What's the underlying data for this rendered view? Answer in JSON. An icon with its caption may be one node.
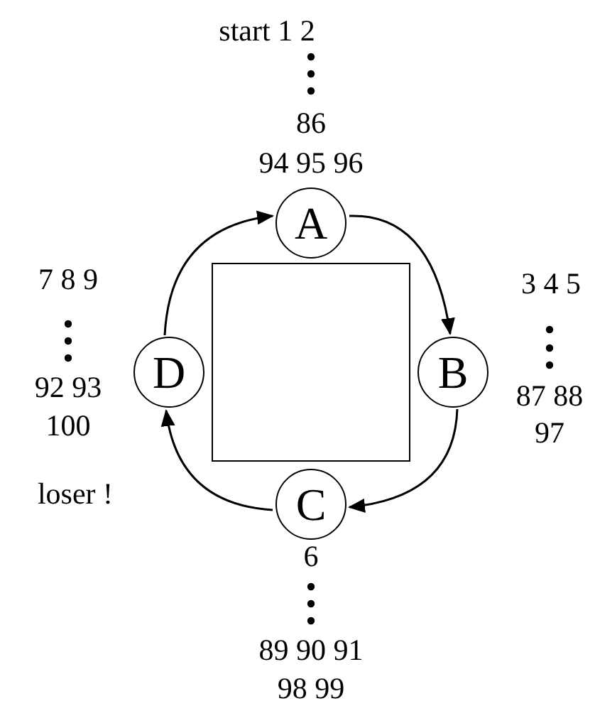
{
  "diagram": {
    "nodes": [
      {
        "text": [],
        "shape": "box"
      },
      {
        "text": [
          "A"
        ]
      },
      {
        "text": [
          "B"
        ]
      },
      {
        "text": [
          "C"
        ]
      },
      {
        "text": [
          "D"
        ]
      }
    ],
    "edges": [
      {
        "from": 1,
        "to": 2,
        "arrow": "to"
      },
      {
        "from": 2,
        "to": 3,
        "arrow": "to"
      },
      {
        "from": 3,
        "to": 4,
        "arrow": "to"
      },
      {
        "from": 4,
        "to": 1,
        "arrow": "to"
      }
    ],
    "labels": [
      "start 1 2",
      "86",
      "94 95 96",
      "7 8 9",
      "3 4 5",
      "92 93",
      "87 88",
      "100",
      "97",
      "loser !",
      "6",
      "89 90 91",
      "98 99"
    ]
  }
}
